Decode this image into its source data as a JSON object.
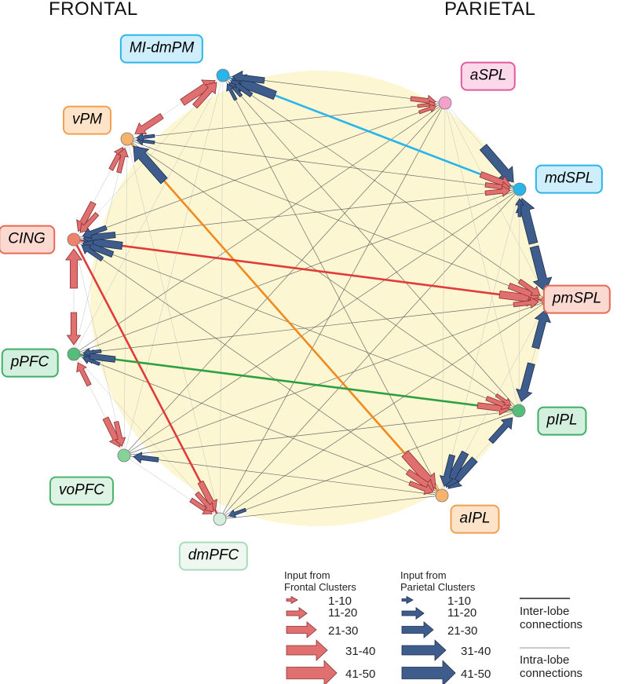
{
  "lobes": {
    "frontal": "FRONTAL",
    "parietal": "PARIETAL"
  },
  "colors": {
    "frontal_arrow": "#e07070",
    "frontal_arrow_stroke": "#8a2f2f",
    "parietal_arrow": "#3f5d8c",
    "parietal_arrow_stroke": "#1e2f4e",
    "circle_fill": "#fcf7d2",
    "inter_line": "#555555",
    "intra_line": "#bdbdbd"
  },
  "nodes": [
    {
      "id": "MI-dmPM",
      "label": "MI-dmPM",
      "lobe": "frontal",
      "dot": "#2ab5ea",
      "box_fill": "#cfeefb",
      "box_border": "#2ab5ea"
    },
    {
      "id": "vPM",
      "label": "vPM",
      "lobe": "frontal",
      "dot": "#f7b26b",
      "box_fill": "#fde4c8",
      "box_border": "#f0a050"
    },
    {
      "id": "CING",
      "label": "CING",
      "lobe": "frontal",
      "dot": "#f0826a",
      "box_fill": "#fbd8d0",
      "box_border": "#e66a55"
    },
    {
      "id": "pPFC",
      "label": "pPFC",
      "lobe": "frontal",
      "dot": "#55bd7a",
      "box_fill": "#d3efdd",
      "box_border": "#3fae66"
    },
    {
      "id": "voPFC",
      "label": "voPFC",
      "lobe": "frontal",
      "dot": "#86d39a",
      "box_fill": "#ddf3e3",
      "box_border": "#4cb46f"
    },
    {
      "id": "dmPFC",
      "label": "dmPFC",
      "lobe": "frontal",
      "dot": "#d5eedd",
      "box_fill": "#eef8f1",
      "box_border": "#a9dbbb"
    },
    {
      "id": "aSPL",
      "label": "aSPL",
      "lobe": "parietal",
      "dot": "#f59fcb",
      "box_fill": "#fbd8ea",
      "box_border": "#e05aa2"
    },
    {
      "id": "mdSPL",
      "label": "mdSPL",
      "lobe": "parietal",
      "dot": "#2ab5ea",
      "box_fill": "#cfeefb",
      "box_border": "#2ab5ea"
    },
    {
      "id": "pmSPL",
      "label": "pmSPL",
      "lobe": "parietal",
      "dot": "#f0826a",
      "box_fill": "#fbd8d0",
      "box_border": "#e66a55"
    },
    {
      "id": "pIPL",
      "label": "pIPL",
      "lobe": "parietal",
      "dot": "#55bd7a",
      "box_fill": "#d3efdd",
      "box_border": "#3fae66"
    },
    {
      "id": "aIPL",
      "label": "aIPL",
      "lobe": "parietal",
      "dot": "#f7b26b",
      "box_fill": "#fde4c8",
      "box_border": "#f0a050"
    }
  ],
  "highlight_connections": [
    {
      "from": "MI-dmPM",
      "to": "mdSPL",
      "color": "#2ab5ea"
    },
    {
      "from": "vPM",
      "to": "aIPL",
      "color": "#f08a1f"
    },
    {
      "from": "CING",
      "to": "pmSPL",
      "color": "#e23a3a"
    },
    {
      "from": "CING",
      "to": "dmPFC",
      "color": "#e23a3a"
    },
    {
      "from": "pPFC",
      "to": "pIPL",
      "color": "#2ea043"
    }
  ],
  "arrows": [
    {
      "target": "MI-dmPM",
      "source": "vPM",
      "kind": "frontal",
      "bin": "31-40"
    },
    {
      "target": "MI-dmPM",
      "source": "CING",
      "kind": "frontal",
      "bin": "21-30"
    },
    {
      "target": "MI-dmPM",
      "source": "mdSPL",
      "kind": "parietal",
      "bin": "41-50"
    },
    {
      "target": "MI-dmPM",
      "source": "aSPL",
      "kind": "parietal",
      "bin": "21-30"
    },
    {
      "target": "MI-dmPM",
      "source": "pmSPL",
      "kind": "parietal",
      "bin": "11-20"
    },
    {
      "target": "MI-dmPM",
      "source": "pIPL",
      "kind": "parietal",
      "bin": "1-10"
    },
    {
      "target": "MI-dmPM",
      "source": "aIPL",
      "kind": "parietal",
      "bin": "1-10"
    },
    {
      "target": "vPM",
      "source": "MI-dmPM",
      "kind": "frontal",
      "bin": "21-30"
    },
    {
      "target": "vPM",
      "source": "CING",
      "kind": "frontal",
      "bin": "11-20"
    },
    {
      "target": "vPM",
      "source": "pPFC",
      "kind": "frontal",
      "bin": "11-20"
    },
    {
      "target": "vPM",
      "source": "aIPL",
      "kind": "parietal",
      "bin": "41-50"
    },
    {
      "target": "vPM",
      "source": "mdSPL",
      "kind": "parietal",
      "bin": "1-10"
    },
    {
      "target": "vPM",
      "source": "aSPL",
      "kind": "parietal",
      "bin": "1-10"
    },
    {
      "target": "CING",
      "source": "vPM",
      "kind": "frontal",
      "bin": "21-30"
    },
    {
      "target": "CING",
      "source": "pPFC",
      "kind": "frontal",
      "bin": "31-40"
    },
    {
      "target": "CING",
      "source": "MI-dmPM",
      "kind": "frontal",
      "bin": "11-20"
    },
    {
      "target": "CING",
      "source": "pmSPL",
      "kind": "parietal",
      "bin": "31-40"
    },
    {
      "target": "CING",
      "source": "mdSPL",
      "kind": "parietal",
      "bin": "21-30"
    },
    {
      "target": "CING",
      "source": "pIPL",
      "kind": "parietal",
      "bin": "21-30"
    },
    {
      "target": "CING",
      "source": "aIPL",
      "kind": "parietal",
      "bin": "11-20"
    },
    {
      "target": "CING",
      "source": "aSPL",
      "kind": "parietal",
      "bin": "11-20"
    },
    {
      "target": "pPFC",
      "source": "CING",
      "kind": "frontal",
      "bin": "21-30"
    },
    {
      "target": "pPFC",
      "source": "voPFC",
      "kind": "frontal",
      "bin": "11-20"
    },
    {
      "target": "pPFC",
      "source": "pIPL",
      "kind": "parietal",
      "bin": "21-30"
    },
    {
      "target": "pPFC",
      "source": "aIPL",
      "kind": "parietal",
      "bin": "1-10"
    },
    {
      "target": "pPFC",
      "source": "pmSPL",
      "kind": "parietal",
      "bin": "1-10"
    },
    {
      "target": "voPFC",
      "source": "pPFC",
      "kind": "frontal",
      "bin": "21-30"
    },
    {
      "target": "voPFC",
      "source": "CING",
      "kind": "frontal",
      "bin": "11-20"
    },
    {
      "target": "voPFC",
      "source": "aIPL",
      "kind": "parietal",
      "bin": "11-20"
    },
    {
      "target": "dmPFC",
      "source": "CING",
      "kind": "frontal",
      "bin": "21-30"
    },
    {
      "target": "dmPFC",
      "source": "voPFC",
      "kind": "frontal",
      "bin": "11-20"
    },
    {
      "target": "dmPFC",
      "source": "pPFC",
      "kind": "frontal",
      "bin": "11-20"
    },
    {
      "target": "dmPFC",
      "source": "pIPL",
      "kind": "parietal",
      "bin": "1-10"
    },
    {
      "target": "aSPL",
      "source": "MI-dmPM",
      "kind": "frontal",
      "bin": "11-20"
    },
    {
      "target": "aSPL",
      "source": "vPM",
      "kind": "frontal",
      "bin": "1-10"
    },
    {
      "target": "aSPL",
      "source": "CING",
      "kind": "frontal",
      "bin": "1-10"
    },
    {
      "target": "mdSPL",
      "source": "aSPL",
      "kind": "parietal",
      "bin": "41-50"
    },
    {
      "target": "mdSPL",
      "source": "pmSPL",
      "kind": "parietal",
      "bin": "41-50"
    },
    {
      "target": "mdSPL",
      "source": "MI-dmPM",
      "kind": "frontal",
      "bin": "21-30"
    },
    {
      "target": "mdSPL",
      "source": "vPM",
      "kind": "frontal",
      "bin": "11-20"
    },
    {
      "target": "mdSPL",
      "source": "CING",
      "kind": "frontal",
      "bin": "11-20"
    },
    {
      "target": "mdSPL",
      "source": "pIPL",
      "kind": "parietal",
      "bin": "1-10"
    },
    {
      "target": "pmSPL",
      "source": "mdSPL",
      "kind": "parietal",
      "bin": "41-50"
    },
    {
      "target": "pmSPL",
      "source": "pIPL",
      "kind": "parietal",
      "bin": "31-40"
    },
    {
      "target": "pmSPL",
      "source": "CING",
      "kind": "frontal",
      "bin": "31-40"
    },
    {
      "target": "pmSPL",
      "source": "vPM",
      "kind": "frontal",
      "bin": "21-30"
    },
    {
      "target": "pmSPL",
      "source": "pPFC",
      "kind": "frontal",
      "bin": "11-20"
    },
    {
      "target": "pmSPL",
      "source": "MI-dmPM",
      "kind": "frontal",
      "bin": "11-20"
    },
    {
      "target": "pIPL",
      "source": "pmSPL",
      "kind": "parietal",
      "bin": "31-40"
    },
    {
      "target": "pIPL",
      "source": "aIPL",
      "kind": "parietal",
      "bin": "21-30"
    },
    {
      "target": "pIPL",
      "source": "pPFC",
      "kind": "frontal",
      "bin": "21-30"
    },
    {
      "target": "pIPL",
      "source": "CING",
      "kind": "frontal",
      "bin": "11-20"
    },
    {
      "target": "pIPL",
      "source": "vPM",
      "kind": "frontal",
      "bin": "1-10"
    },
    {
      "target": "aIPL",
      "source": "vPM",
      "kind": "frontal",
      "bin": "41-50"
    },
    {
      "target": "aIPL",
      "source": "CING",
      "kind": "frontal",
      "bin": "21-30"
    },
    {
      "target": "aIPL",
      "source": "pPFC",
      "kind": "frontal",
      "bin": "11-20"
    },
    {
      "target": "aIPL",
      "source": "pIPL",
      "kind": "parietal",
      "bin": "31-40"
    },
    {
      "target": "aIPL",
      "source": "pmSPL",
      "kind": "parietal",
      "bin": "31-40"
    },
    {
      "target": "aIPL",
      "source": "mdSPL",
      "kind": "parietal",
      "bin": "21-30"
    }
  ],
  "legend": {
    "frontal_title_1": "Input from",
    "frontal_title_2": "Frontal Clusters",
    "parietal_title_1": "Input from",
    "parietal_title_2": "Parietal Clusters",
    "bins": [
      "1-10",
      "11-20",
      "21-30",
      "31-40",
      "41-50"
    ],
    "inter_label_1": "Inter-lobe",
    "inter_label_2": "connections",
    "intra_label_1": "Intra-lobe",
    "intra_label_2": "connections"
  }
}
